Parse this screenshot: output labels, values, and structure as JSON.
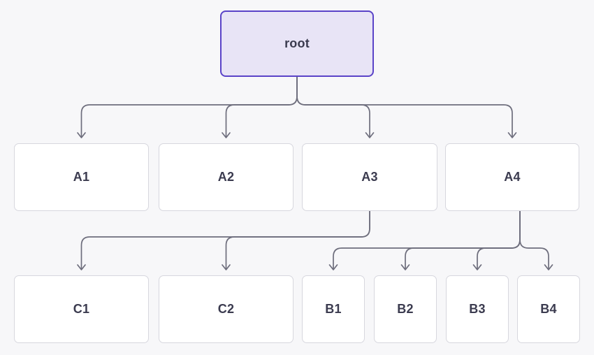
{
  "diagram": {
    "nodes": [
      {
        "id": "root",
        "label": "root",
        "type": "root"
      },
      {
        "id": "A1",
        "label": "A1",
        "type": "default"
      },
      {
        "id": "A2",
        "label": "A2",
        "type": "default"
      },
      {
        "id": "A3",
        "label": "A3",
        "type": "default"
      },
      {
        "id": "A4",
        "label": "A4",
        "type": "default"
      },
      {
        "id": "C1",
        "label": "C1",
        "type": "default"
      },
      {
        "id": "C2",
        "label": "C2",
        "type": "default"
      },
      {
        "id": "B1",
        "label": "B1",
        "type": "default"
      },
      {
        "id": "B2",
        "label": "B2",
        "type": "default"
      },
      {
        "id": "B3",
        "label": "B3",
        "type": "default"
      },
      {
        "id": "B4",
        "label": "B4",
        "type": "default"
      }
    ],
    "edges": [
      {
        "from": "root",
        "to": "A1"
      },
      {
        "from": "root",
        "to": "A2"
      },
      {
        "from": "root",
        "to": "A3"
      },
      {
        "from": "root",
        "to": "A4"
      },
      {
        "from": "A3",
        "to": "C1"
      },
      {
        "from": "A3",
        "to": "C2"
      },
      {
        "from": "A4",
        "to": "B1"
      },
      {
        "from": "A4",
        "to": "B2"
      },
      {
        "from": "A4",
        "to": "B3"
      },
      {
        "from": "A4",
        "to": "B4"
      }
    ]
  },
  "colors": {
    "page_bg": "#f7f7f9",
    "root_fill": "#e8e4f6",
    "root_border": "#5a43c8",
    "node_fill": "#ffffff",
    "node_border": "#d7d7de",
    "edge": "#6e6e7d",
    "text": "#3b3b4f"
  }
}
